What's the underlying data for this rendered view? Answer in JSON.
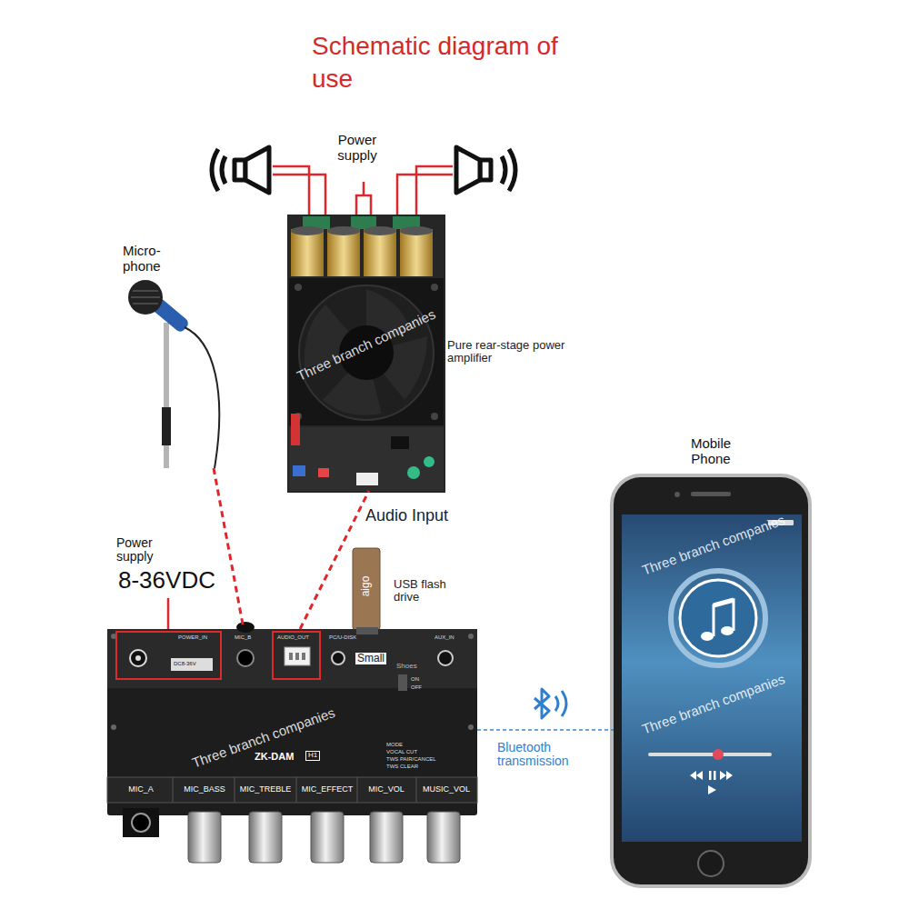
{
  "diagram": {
    "title": "Schematic diagram of use",
    "nodes": [
      {
        "text": [
          "Pure rear-stage power amplifier"
        ]
      },
      {
        "text": [
          "Micro- phone"
        ]
      },
      {
        "text": [
          "ZK-DAM"
        ]
      },
      {
        "text": [
          "Mobile Phone"
        ]
      }
    ],
    "edges": [
      {
        "from": 1,
        "to": 2,
        "arrow": "none"
      },
      {
        "from": 2,
        "to": 0,
        "label": "Audio Input",
        "arrow": "none"
      },
      {
        "from": 2,
        "to": 3,
        "label": "Bluetooth transmission",
        "arrow": "none"
      }
    ],
    "labels": [
      "Power supply",
      "Power supply",
      "8-36VDC",
      "USB flash drive",
      "Small",
      "Shoes",
      "POWER_IN",
      "DC8-36V",
      "MIC_B",
      "AUDIO_OUT",
      "PC/U-DISK",
      "AUX_IN",
      "ON",
      "OFF",
      "MODE",
      "VOCAL CUT",
      "TWS PAIR/CANCEL",
      "TWS CLEAR",
      "H1",
      "MIC_A",
      "MIC_BASS",
      "MIC_TREBLE",
      "MIC_EFFECT",
      "MIC_VOL",
      "MUSIC_VOL",
      "aigo",
      "Three branch companies",
      "Three branch companies",
      "Three branch companies",
      "Three branch companies"
    ]
  }
}
